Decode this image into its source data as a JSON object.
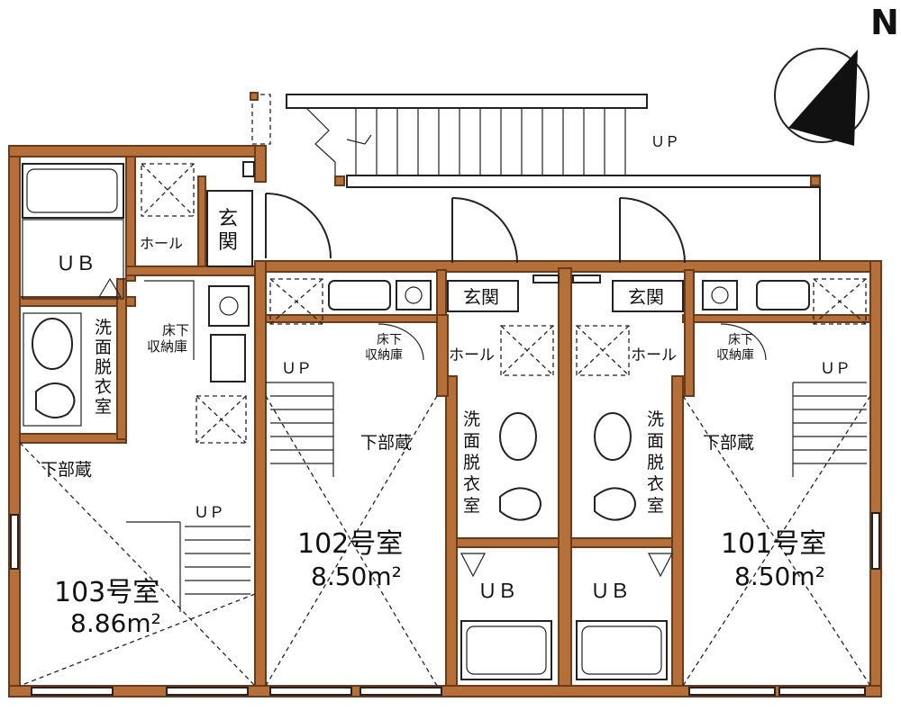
{
  "compass": {
    "north": "N"
  },
  "stair_up": "ＵＰ",
  "units": [
    {
      "room": "103号室",
      "area": "8.86m²"
    },
    {
      "room": "102号室",
      "area": "8.50m²"
    },
    {
      "room": "101号室",
      "area": "8.50m²"
    }
  ],
  "labels": {
    "ub": "ＵＢ",
    "genkan": "玄関",
    "hall": "ホール",
    "washroom": "洗面脱衣室",
    "floor_storage_1": "床下",
    "floor_storage_2": "収納庫",
    "loft": "下部蔵",
    "up": "ＵＰ"
  },
  "colors": {
    "wall": "#b5703a",
    "line": "#222222"
  }
}
